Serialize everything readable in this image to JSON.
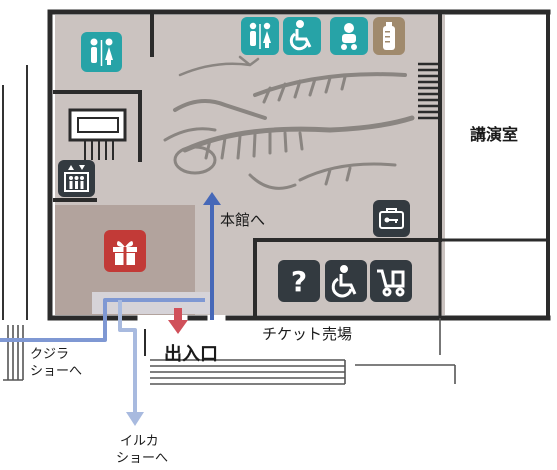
{
  "labels": {
    "lecture_hall": "講演室",
    "to_main_building": "本館へ",
    "ticket_office": "チケット売場",
    "entrance_exit": "出入口",
    "whale_show_line1": "クジラ",
    "whale_show_line2": "ショーへ",
    "dolphin_show_line1": "イルカ",
    "dolphin_show_line2": "ショーへ"
  },
  "colors": {
    "hall_floor": "#cbc3c0",
    "shop_floor": "#b2a39d",
    "wall": "#2b2b2b",
    "route_blue": "#4668b8",
    "route_lightblue": "#a8badf",
    "entrance_arrow": "#d0505a",
    "restroom_teal": "#27a3a7",
    "accessible_teal": "#27a3a7",
    "nursing_tan": "#a08a6d",
    "info_dark": "#333a40",
    "gift_red": "#c23a37"
  },
  "icons": [
    "restroom-icon",
    "restroom-icon",
    "accessible-icon",
    "baby-changing-icon",
    "nursing-bottle-icon",
    "elevator-icon",
    "gift-shop-icon",
    "locker-icon",
    "information-icon",
    "accessible-icon",
    "stroller-icon"
  ]
}
